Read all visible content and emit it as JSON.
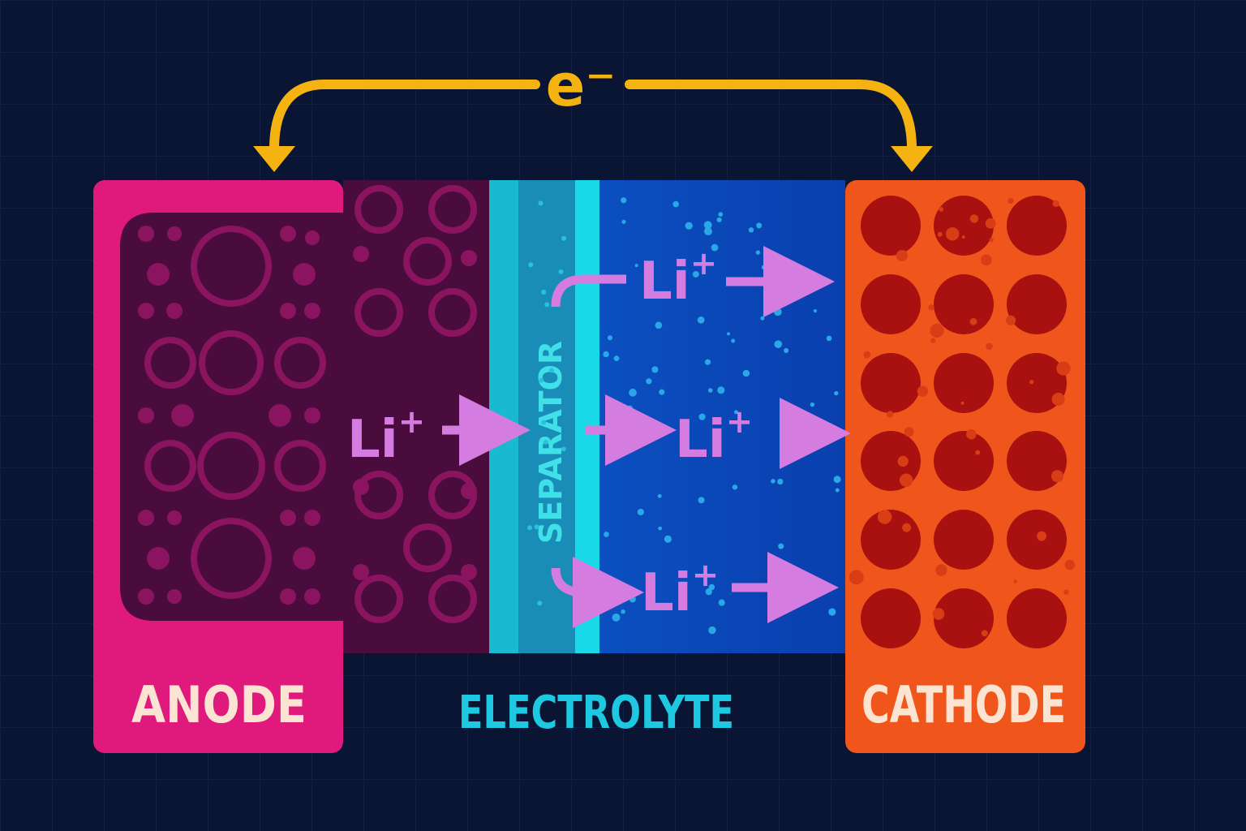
{
  "title": "Lithium-ion battery diagram",
  "electron_label": "e⁻",
  "ion_label": "Li",
  "ion_charge": "+",
  "labels": {
    "anode": "ANODE",
    "electrolyte": "ELECTROLYTE",
    "cathode": "CATHODE",
    "separator": "SEPARATOR"
  },
  "colors": {
    "background": "#0a1433",
    "anode": "#e0197d",
    "anode_inner": "#4a0b3d",
    "anode_particle": "#8a1460",
    "separator_light": "#19c7d9",
    "separator_mid": "#1a8cb8",
    "electrolyte": "#0b46b4",
    "cathode": "#f0561c",
    "cathode_particle": "#a8110f",
    "electron_arrow": "#f5b312",
    "ion": "#d47ce0",
    "label_light": "#fbe5d2",
    "label_cyan": "#1ec8e0"
  }
}
